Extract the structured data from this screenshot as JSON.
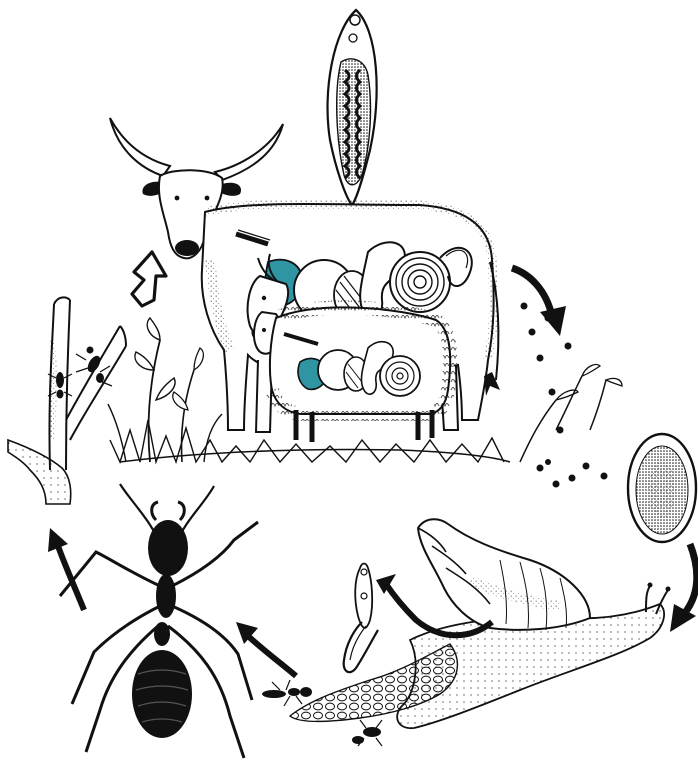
{
  "figure": {
    "background_color": "#ffffff",
    "ink_color": "#111111",
    "highlight_color": "#2f95a3"
  },
  "illustrations": [
    {
      "id": "adult-fluke",
      "icon": "lancet-liver-fluke"
    },
    {
      "id": "cattle-host",
      "icon": "cow-with-digestive-tract"
    },
    {
      "id": "sheep-host",
      "icon": "sheep-with-digestive-tract"
    },
    {
      "id": "goat-host",
      "icon": "goat-head"
    },
    {
      "id": "eggs",
      "icon": "egg-dots"
    },
    {
      "id": "egg-closeup",
      "icon": "embryonated-egg"
    },
    {
      "id": "snail-host",
      "icon": "land-snail"
    },
    {
      "id": "cercaria",
      "icon": "cercaria-larva"
    },
    {
      "id": "slime-ball",
      "icon": "slime-ball-mass"
    },
    {
      "id": "ant-host",
      "icon": "ant-large"
    },
    {
      "id": "ant-on-plant",
      "icon": "ant-on-grass-stem"
    },
    {
      "id": "vegetation",
      "icon": "grass-and-plants"
    }
  ],
  "cycle_arrows": [
    {
      "id": "arrow-host-to-eggs",
      "style": "solid-black",
      "direction": "down-right"
    },
    {
      "id": "arrow-eggs-to-snail",
      "style": "solid-black",
      "direction": "down"
    },
    {
      "id": "arrow-snail-to-cercaria",
      "style": "solid-black",
      "direction": "up-left"
    },
    {
      "id": "arrow-slime-to-ant",
      "style": "solid-black",
      "direction": "up-left"
    },
    {
      "id": "arrow-ant-to-plant",
      "style": "solid-black",
      "direction": "up"
    },
    {
      "id": "arrow-plant-to-host",
      "style": "hollow-outline",
      "direction": "up-right"
    }
  ]
}
